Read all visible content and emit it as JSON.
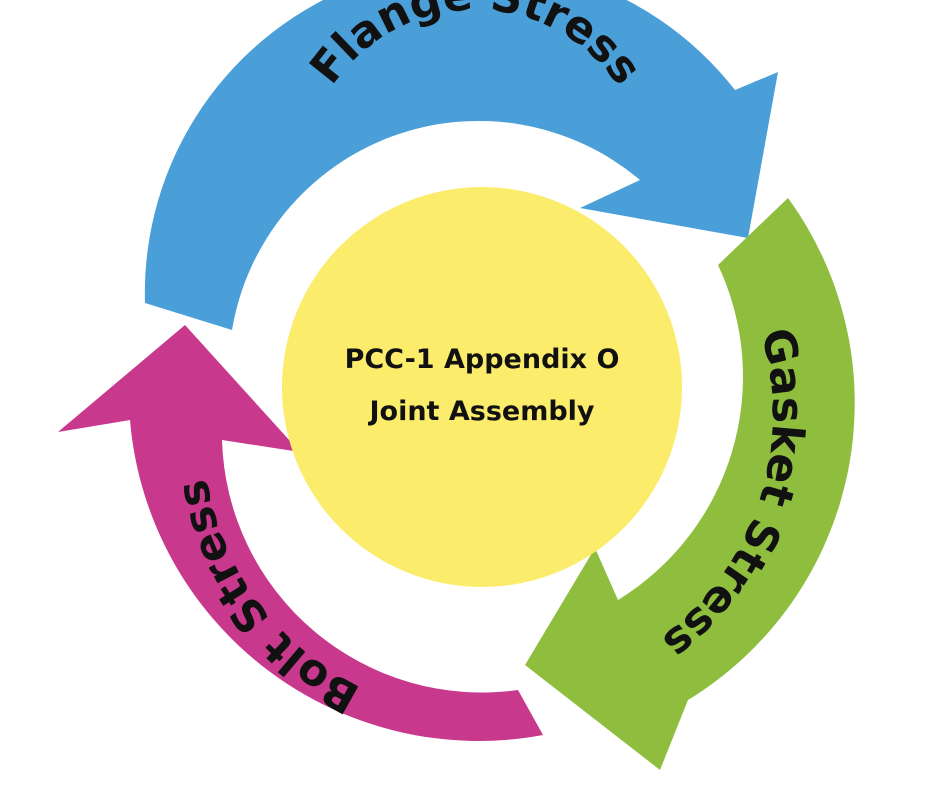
{
  "diagram": {
    "center": {
      "line1": "PCC-1 Appendix O",
      "line2": "Joint Assembly",
      "color": "#fcec6c"
    },
    "arrows": [
      {
        "label": "Flange Stress",
        "color": "#4a9fd8"
      },
      {
        "label": "Gasket Stress",
        "color": "#8fbe3f"
      },
      {
        "label": "Bolt Stress",
        "color": "#c8388c"
      }
    ]
  }
}
